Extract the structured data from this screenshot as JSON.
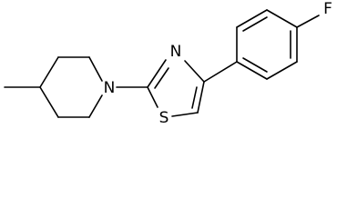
{
  "molecule": {
    "atoms": {
      "fluorine": "F",
      "ring_nitrogen": "N",
      "piperidine_nitrogen": "N",
      "sulfur": "S"
    },
    "colors": {
      "bond": "#000000",
      "label": "#000000",
      "background": "#ffffff"
    }
  }
}
